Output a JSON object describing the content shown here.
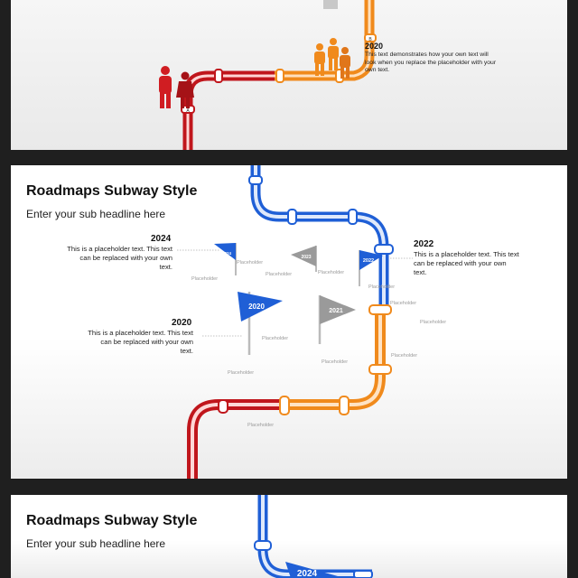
{
  "slide1": {
    "year": "2020",
    "description": "This text demonstrates how your own text will look when you replace the placeholder with your own text.",
    "stop_letters": [
      "A",
      "B"
    ]
  },
  "slide2": {
    "title": "Roadmaps Subway Style",
    "subtitle": "Enter your sub headline here",
    "milestones": [
      {
        "year": "2024",
        "text": "This is a placeholder text. This text can be replaced with your own text."
      },
      {
        "year": "2022",
        "text": "This is a placeholder text. This text can be replaced with your own text."
      },
      {
        "year": "2020",
        "text": "This is a placeholder text. This text can be replaced with your own text."
      }
    ],
    "flags": [
      "2024",
      "2020",
      "2022",
      "2021",
      "2023"
    ],
    "placeholder": "Placeholder"
  },
  "slide3": {
    "title": "Roadmaps Subway Style",
    "subtitle": "Enter your sub headline here",
    "flag": "2024"
  },
  "colors": {
    "red": "#c0161c",
    "orange": "#f08a1c",
    "blue": "#1f5fd6",
    "light_blue": "#8fb3ee",
    "grey_flag": "#9a9a9a",
    "frame": "#1f1f1f"
  }
}
